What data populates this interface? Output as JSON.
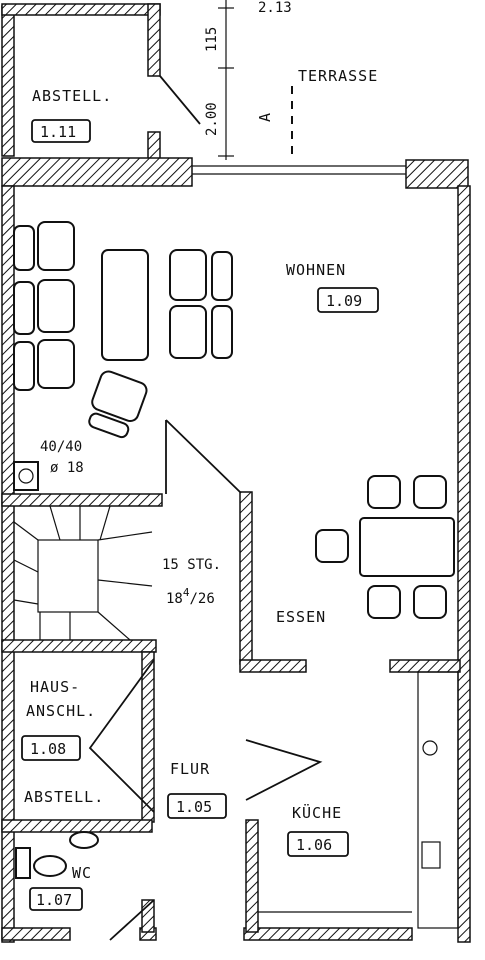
{
  "top_dim": "2.13",
  "dims": {
    "d1": "115",
    "d2": "2.00"
  },
  "section_marker": "A",
  "terrace": "TERRASSE",
  "rooms": {
    "abstell_top": {
      "name": "ABSTELL.",
      "num": "1.11"
    },
    "wohnen": {
      "name": "WOHNEN",
      "num": "1.09"
    },
    "essen": {
      "name": "ESSEN"
    },
    "haus": {
      "name1": "HAUS-",
      "name2": "ANSCHL.",
      "num": "1.08"
    },
    "abstell_low": {
      "name": "ABSTELL."
    },
    "flur": {
      "name": "FLUR",
      "num": "1.05"
    },
    "kueche": {
      "name": "KÜCHE",
      "num": "1.06"
    },
    "wc": {
      "name": "WC",
      "num": "1.07"
    }
  },
  "chimney": {
    "size": "40/40",
    "dia": "ø 18"
  },
  "stairs": {
    "count": "15 STG.",
    "ratio_a": "18",
    "ratio_sup": "4",
    "ratio_b": "/26"
  }
}
